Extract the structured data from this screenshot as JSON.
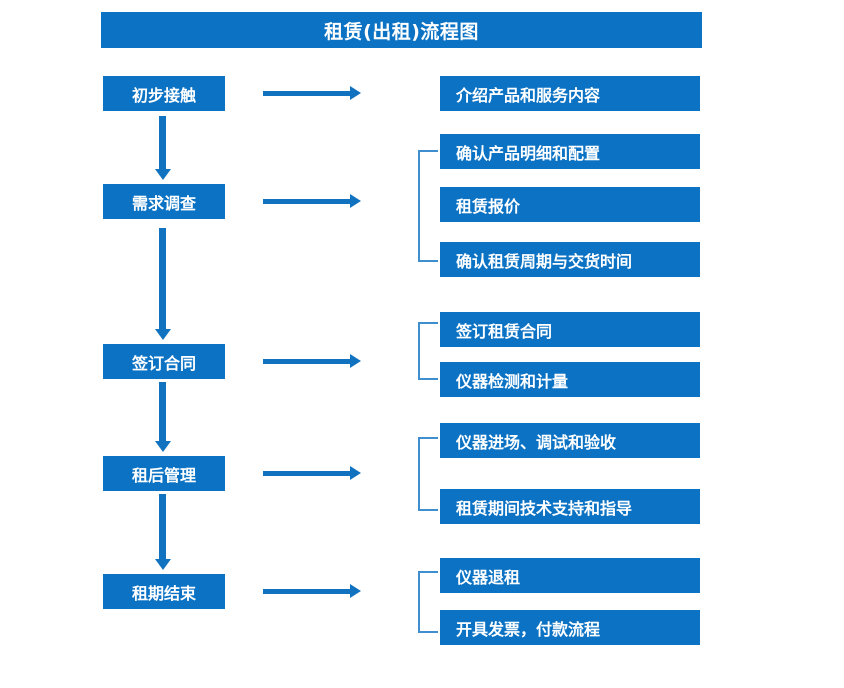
{
  "diagram": {
    "title": "租赁(出租)流程图",
    "accent_color": "#0b72c4",
    "arrow_color": "#1172c0",
    "bracket_color": "#3f8fd0",
    "text_color": "#ffffff",
    "stages": [
      {
        "id": "stage-1",
        "label": "初步接触",
        "details": [
          "介绍产品和服务内容"
        ],
        "bracketed": false
      },
      {
        "id": "stage-2",
        "label": "需求调查",
        "details": [
          "确认产品明细和配置",
          "租赁报价",
          "确认租赁周期与交货时间"
        ],
        "bracketed": true
      },
      {
        "id": "stage-3",
        "label": "签订合同",
        "details": [
          "签订租赁合同",
          "仪器检测和计量"
        ],
        "bracketed": true
      },
      {
        "id": "stage-4",
        "label": "租后管理",
        "details": [
          "仪器进场、调试和验收",
          "租赁期间技术支持和指导"
        ],
        "bracketed": true
      },
      {
        "id": "stage-5",
        "label": "租期结束",
        "details": [
          "仪器退租",
          "开具发票，付款流程"
        ],
        "bracketed": true
      }
    ],
    "detail_boxes": [
      "介绍产品和服务内容",
      "确认产品明细和配置",
      "租赁报价",
      "确认租赁周期与交货时间",
      "签订租赁合同",
      "仪器检测和计量",
      "仪器进场、调试和验收",
      "租赁期间技术支持和指导",
      "仪器退租",
      "开具发票，付款流程"
    ]
  }
}
